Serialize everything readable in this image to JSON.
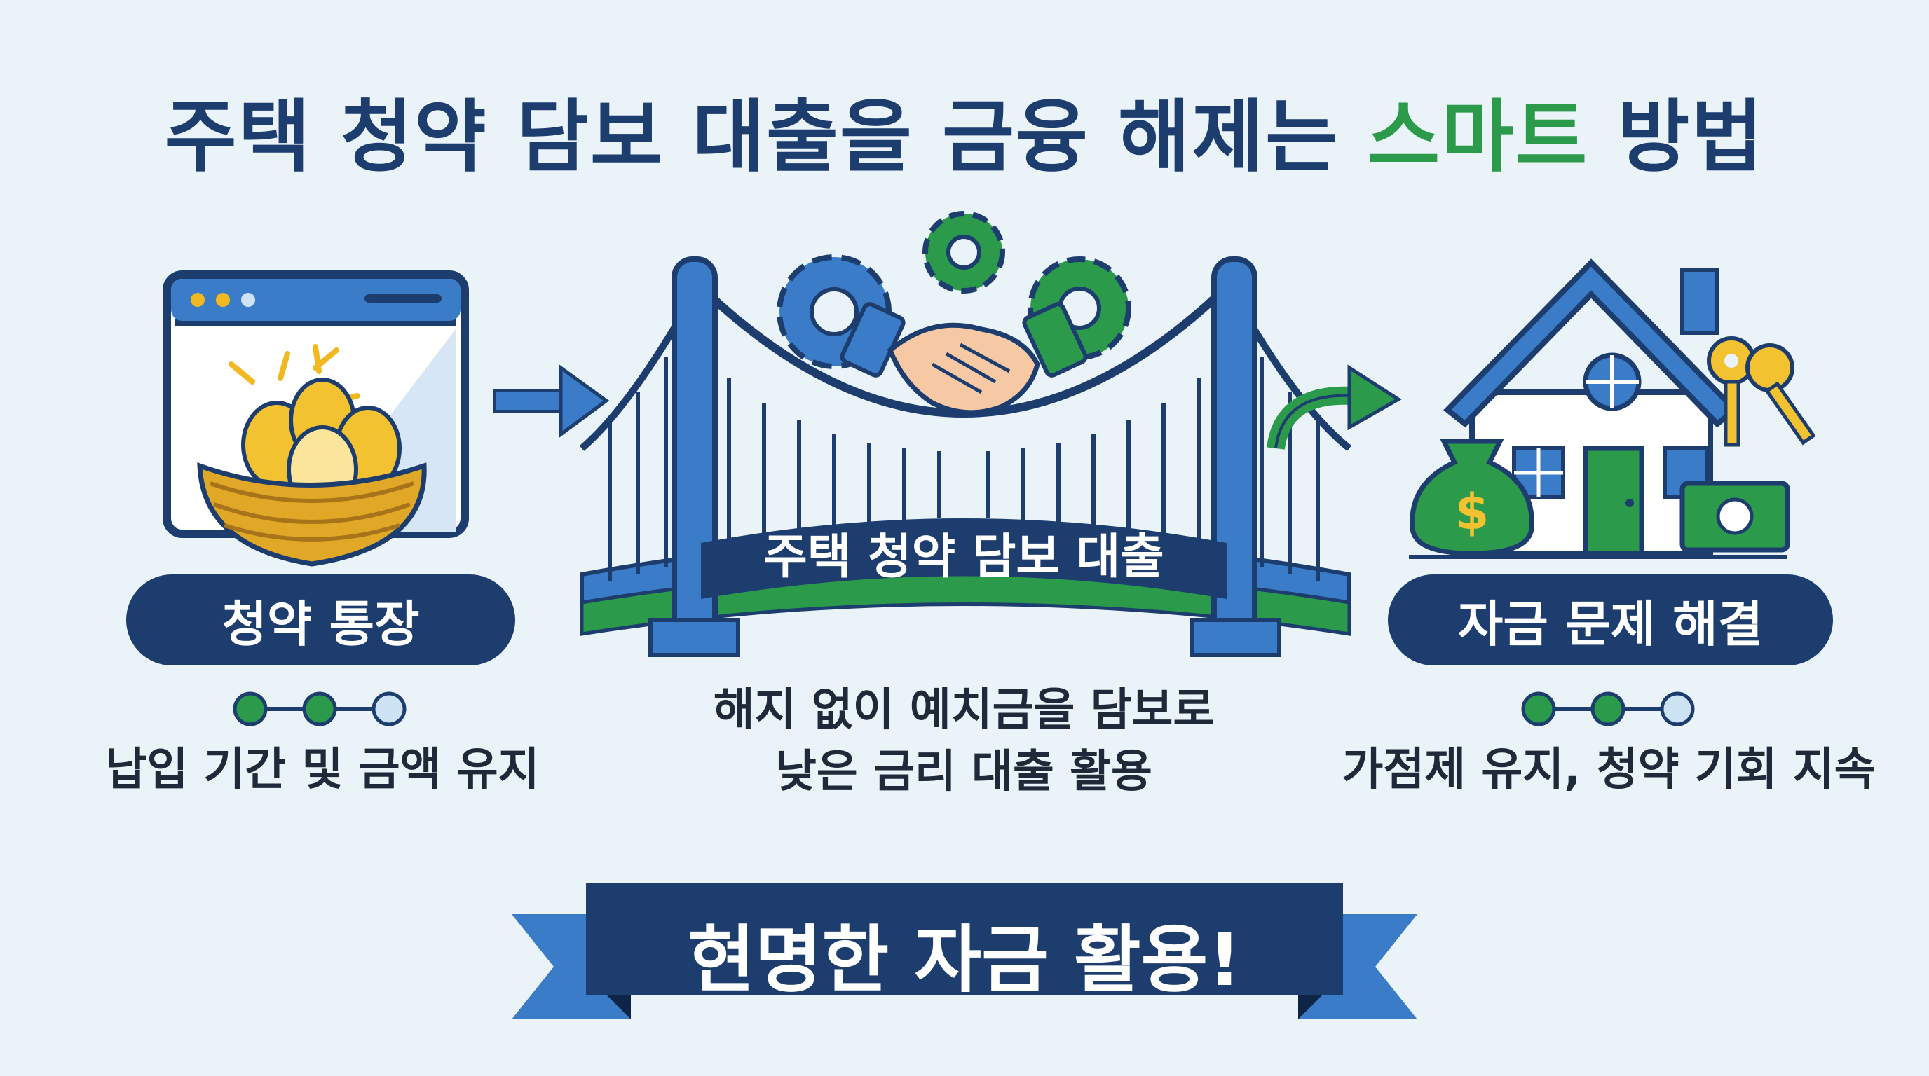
{
  "title": {
    "prefix": "주택 청약 담보 대출을 금융 해제는 ",
    "accent": "스마트",
    "suffix": " 방법"
  },
  "left": {
    "label": "청약 통장",
    "caption": "납입 기간 및 금액 유지"
  },
  "center": {
    "label": "주택 청약 담보 대출",
    "caption_line1": "해지 없이 예치금을 담보로",
    "caption_line2": "낮은 금리 대출 활용"
  },
  "right": {
    "label": "자금 문제 해결",
    "caption": "가점제 유지, 청약 기회 지속"
  },
  "footer": {
    "banner": "현명한 자금 활용!"
  },
  "colors": {
    "navy": "#1c3d6e",
    "blue": "#3b7cc8",
    "green": "#2b9a4a",
    "gold": "#f2b820",
    "bg": "#eaf3f8"
  },
  "icons": [
    "browser-window-icon",
    "golden-egg-nest-icon",
    "arrow-right-icon",
    "suspension-bridge-icon",
    "gears-icon",
    "handshake-icon",
    "curved-arrow-icon",
    "house-icon",
    "keys-icon",
    "money-bag-icon",
    "cash-bill-icon"
  ]
}
